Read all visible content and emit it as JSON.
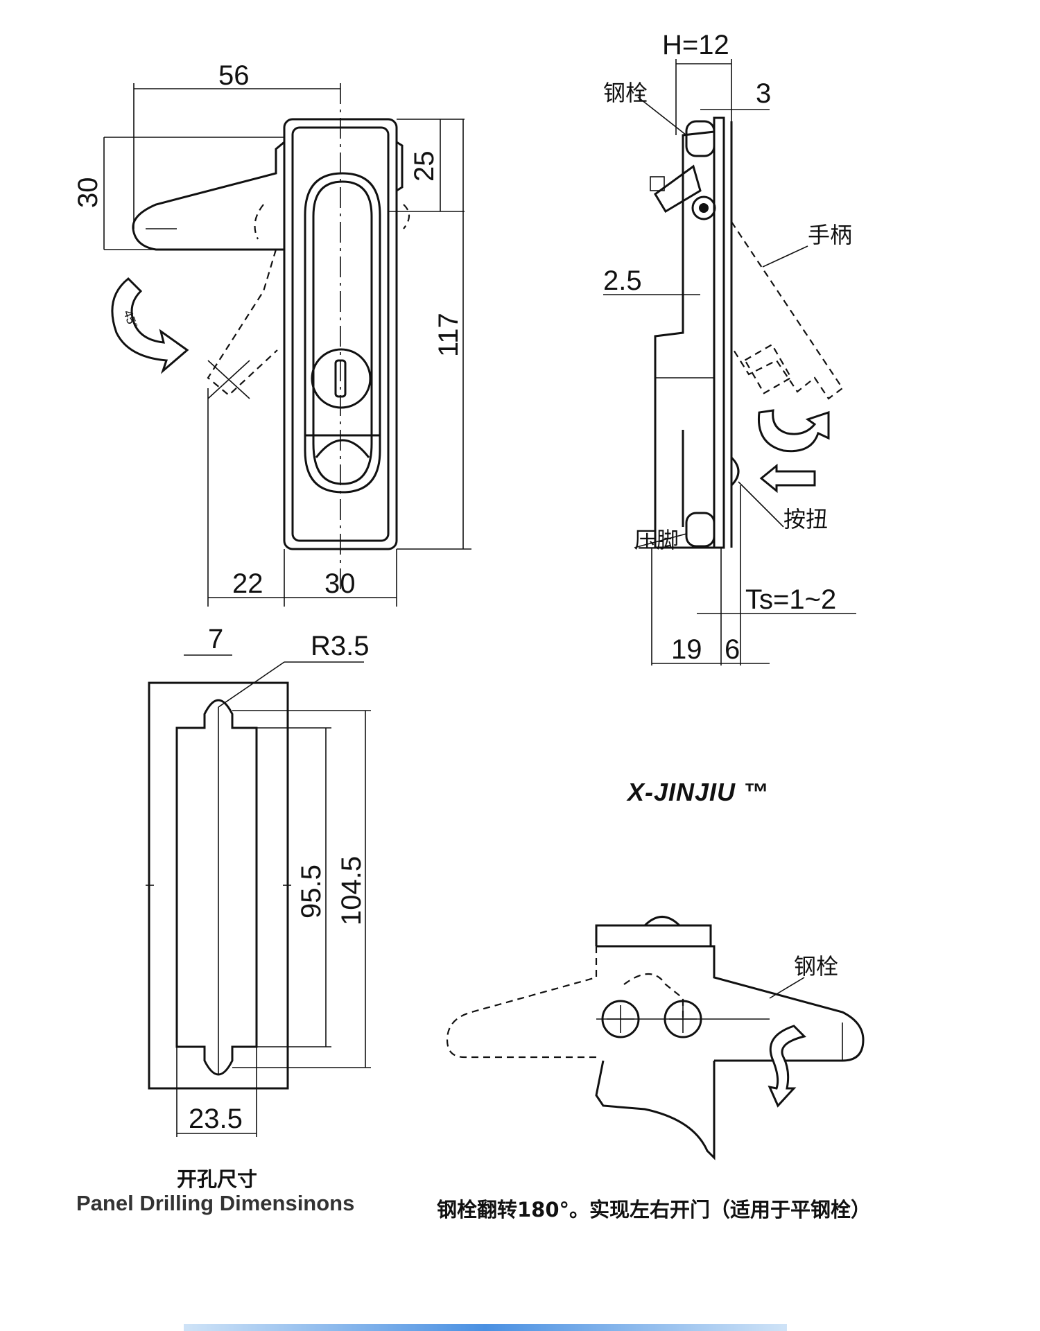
{
  "front_view": {
    "dim_width_handle": "56",
    "dim_handle_height": "30",
    "dim_top_offset": "25",
    "dim_total_height": "117",
    "dim_left_offset": "22",
    "dim_body_width": "30",
    "rotation_label": "45°"
  },
  "side_view": {
    "dim_h": "H=12",
    "dim_3": "3",
    "dim_2_5": "2.5",
    "dim_ts": "Ts=1~2",
    "dim_19": "19",
    "dim_6": "6",
    "label_latch": "钢栓",
    "label_handle": "手柄",
    "label_button": "按扭",
    "label_foot": "压脚"
  },
  "cutout_view": {
    "dim_7": "7",
    "dim_radius": "R3.5",
    "dim_95_5": "95.5",
    "dim_104_5": "104.5",
    "dim_23_5": "23.5",
    "caption_cn": "开孔尺寸",
    "caption_en": "Panel Drilling Dimensinons"
  },
  "flip_view": {
    "label_latch": "钢栓",
    "caption": "钢栓翻转180°。实现左右开门（适用于平钢栓）"
  },
  "brand": "X-JINJIU ™",
  "colors": {
    "line": "#111111",
    "accent_bar": "#4a90e2"
  }
}
